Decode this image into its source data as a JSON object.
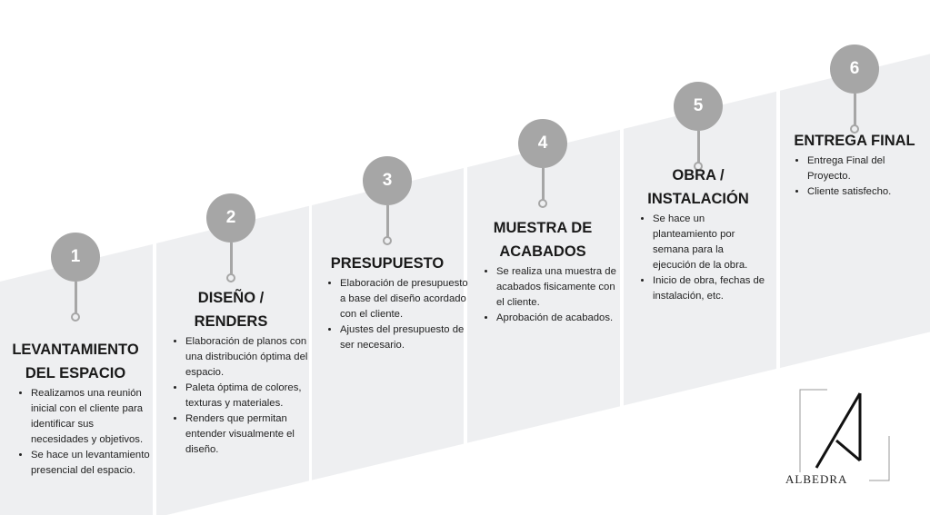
{
  "steps": [
    {
      "number": "1",
      "title_lines": [
        "LEVANTAMIENTO",
        "DEL ESPACIO"
      ],
      "bullets": [
        "Realizamos una reunión inicial con el cliente para identificar sus necesidades y objetivos.",
        "Se hace un levantamiento presencial del espacio."
      ]
    },
    {
      "number": "2",
      "title_lines": [
        "DISEÑO /",
        "RENDERS"
      ],
      "bullets": [
        "Elaboración de planos con una distribución óptima del espacio.",
        "Paleta óptima de colores, texturas y materiales.",
        "Renders que permitan entender visualmente el diseño."
      ]
    },
    {
      "number": "3",
      "title_lines": [
        "PRESUPUESTO"
      ],
      "bullets": [
        "Elaboración de presupuesto a base del diseño acordado con el cliente.",
        "Ajustes del presupuesto de ser necesario."
      ]
    },
    {
      "number": "4",
      "title_lines": [
        "MUESTRA DE",
        "ACABADOS"
      ],
      "bullets": [
        "Se realiza una muestra de acabados fisicamente con el cliente.",
        "Aprobación de acabados."
      ]
    },
    {
      "number": "5",
      "title_lines": [
        "OBRA /",
        "INSTALACIÓN"
      ],
      "bullets": [
        "Se hace un planteamiento por semana para la ejecución de la obra.",
        "Inicio de obra, fechas de instalación, etc."
      ]
    },
    {
      "number": "6",
      "title_lines": [
        "ENTREGA FINAL"
      ],
      "bullets": [
        "Entrega Final del Proyecto.",
        "Cliente satisfecho."
      ]
    }
  ],
  "logo": {
    "text": "ALBEDRA"
  },
  "colors": {
    "panel": "#eeeff1",
    "circle": "#a6a6a6"
  }
}
